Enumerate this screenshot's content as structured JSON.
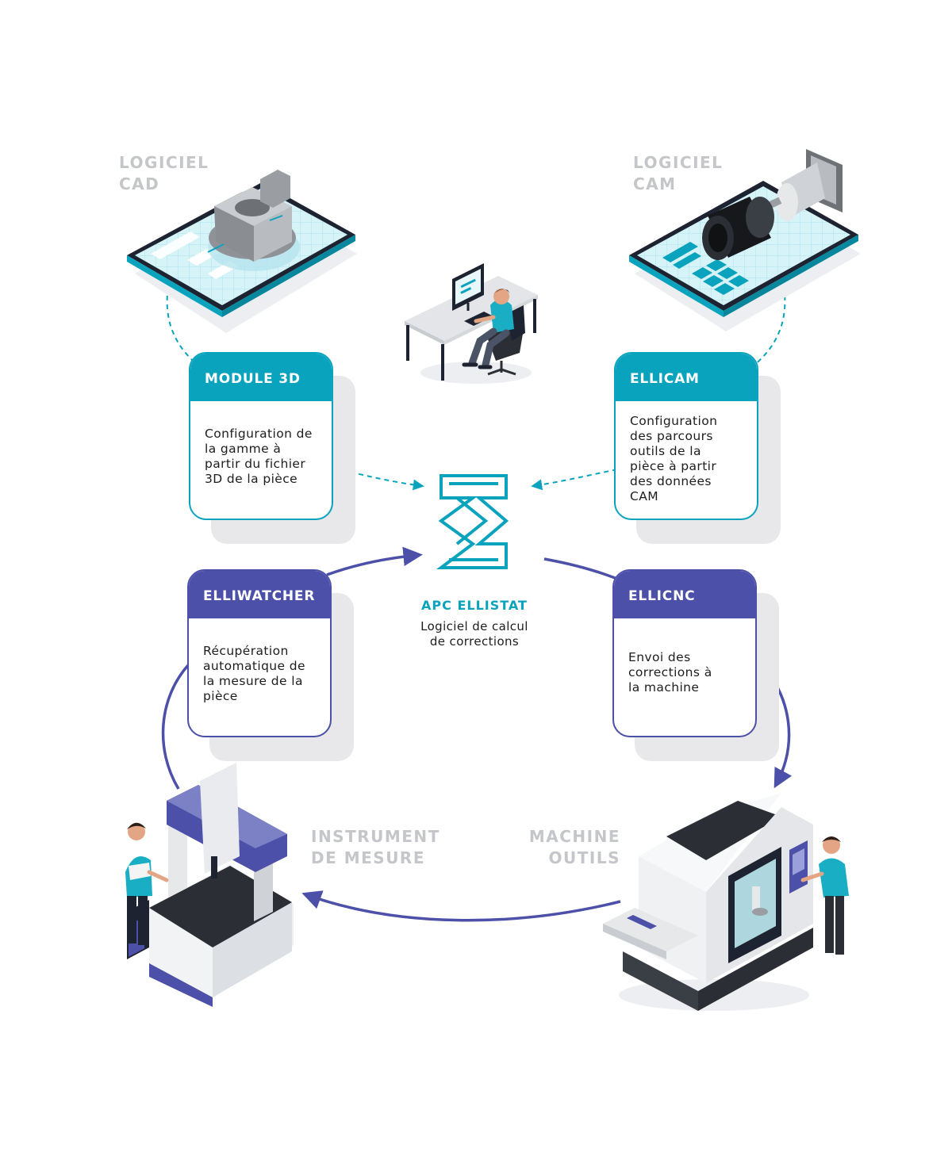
{
  "labels": {
    "cad": "LOGICIEL\nCAD",
    "cam": "LOGICIEL\nCAM",
    "instrument": "INSTRUMENT\nDE MESURE",
    "machine": "MACHINE\nOUTILS"
  },
  "cards": {
    "module3d": {
      "title": "MODULE 3D",
      "body": "Configuration de\nla gamme à\npartir du fichier\n3D de la pièce"
    },
    "ellicam": {
      "title": "ELLICAM",
      "body": "Configuration\ndes parcours\noutils de la\npièce à partir\ndes données\nCAM"
    },
    "elliwatcher": {
      "title": "ELLIWATCHER",
      "body": "Récupération\nautomatique de\nla mesure de la\npièce"
    },
    "ellicnc": {
      "title": "ELLICNC",
      "body": "Envoi des\ncorrections à\nla machine"
    }
  },
  "center": {
    "title": "APC ELLISTAT",
    "subtitle": "Logiciel de calcul\nde corrections"
  },
  "colors": {
    "teal": "#0aa3bd",
    "indigo": "#4c50a8",
    "label_gray": "#c4c6c9"
  },
  "icons": {
    "center": "ellistat-logo-icon",
    "cad": "cad-tablet-icon",
    "cam": "cam-tablet-icon",
    "operator": "operator-desk-icon",
    "cmm": "coordinate-measuring-machine-icon",
    "cnc": "cnc-machine-icon"
  }
}
